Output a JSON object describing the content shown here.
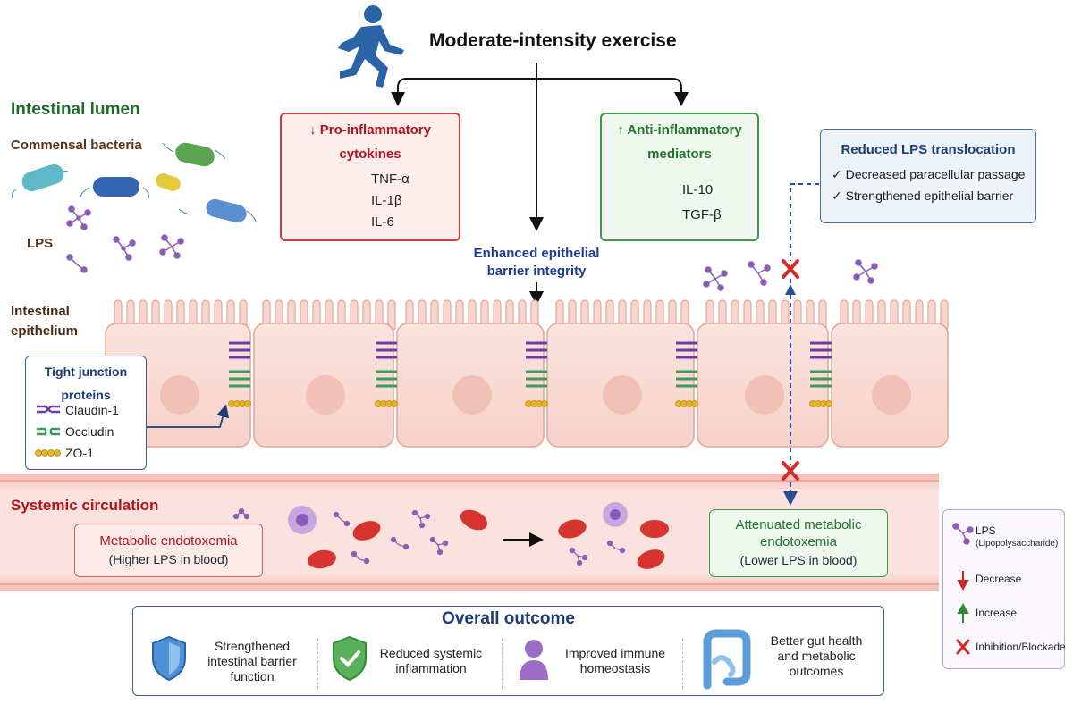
{
  "title": "Moderate-intensity exercise",
  "lumen": {
    "label": "Intestinal lumen",
    "bacteria_label": "Commensal bacteria",
    "lps_label": "LPS"
  },
  "pro": {
    "header_line1": "↓ Pro-inflammatory",
    "header_line2": "cytokines",
    "items": [
      "TNF-α",
      "IL-1β",
      "IL-6"
    ]
  },
  "anti": {
    "header_line1": "↑ Anti-inflammatory",
    "header_line2": "mediators",
    "items": [
      "IL-10",
      "TGF-β"
    ]
  },
  "barrier": {
    "line1": "Enhanced epithelial",
    "line2": "barrier integrity"
  },
  "reduced": {
    "title": "Reduced LPS translocation",
    "items": [
      "✓ Decreased paracellular passage",
      "✓ Strengthened epithelial barrier"
    ]
  },
  "epithelium": {
    "line1": "Intestinal",
    "line2": "epithelium"
  },
  "tight_junction": {
    "title_line1": "Tight junction",
    "title_line2": "proteins",
    "items": [
      "Claudin-1",
      "Occludin",
      "ZO-1"
    ]
  },
  "circulation": {
    "label": "Systemic circulation"
  },
  "endotoxemia": {
    "line1": "Metabolic endotoxemia",
    "line2": "(Higher LPS in blood)"
  },
  "attenuated": {
    "line1": "Attenuated metabolic",
    "line2": "endotoxemia",
    "line3": "(Lower LPS in blood)"
  },
  "legend": {
    "lps": "LPS",
    "lps_full": "(Lipopolysaccharide)",
    "decrease": "Decrease",
    "increase": "Increase",
    "inhibition": "Inhibition/Blockade"
  },
  "outcome": {
    "title": "Overall outcome",
    "items": [
      {
        "icon": "shield-icon",
        "line1": "Strengthened",
        "line2": "intestinal barrier",
        "line3": "function"
      },
      {
        "icon": "check-shield-icon",
        "line1": "Reduced systemic",
        "line2": "inflammation",
        "line3": ""
      },
      {
        "icon": "person-icon",
        "line1": "Improved immune",
        "line2": "homeostasis",
        "line3": ""
      },
      {
        "icon": "intestine-icon",
        "line1": "Better gut health",
        "line2": "and metabolic",
        "line3": "outcomes"
      }
    ]
  },
  "colors": {
    "red": "#d33a3a",
    "green": "#3e9b45",
    "blue": "#1d3c78",
    "epithelium": "#f8d9d2",
    "blood": "#f6c6c0",
    "lps": "#8d5cb8"
  }
}
